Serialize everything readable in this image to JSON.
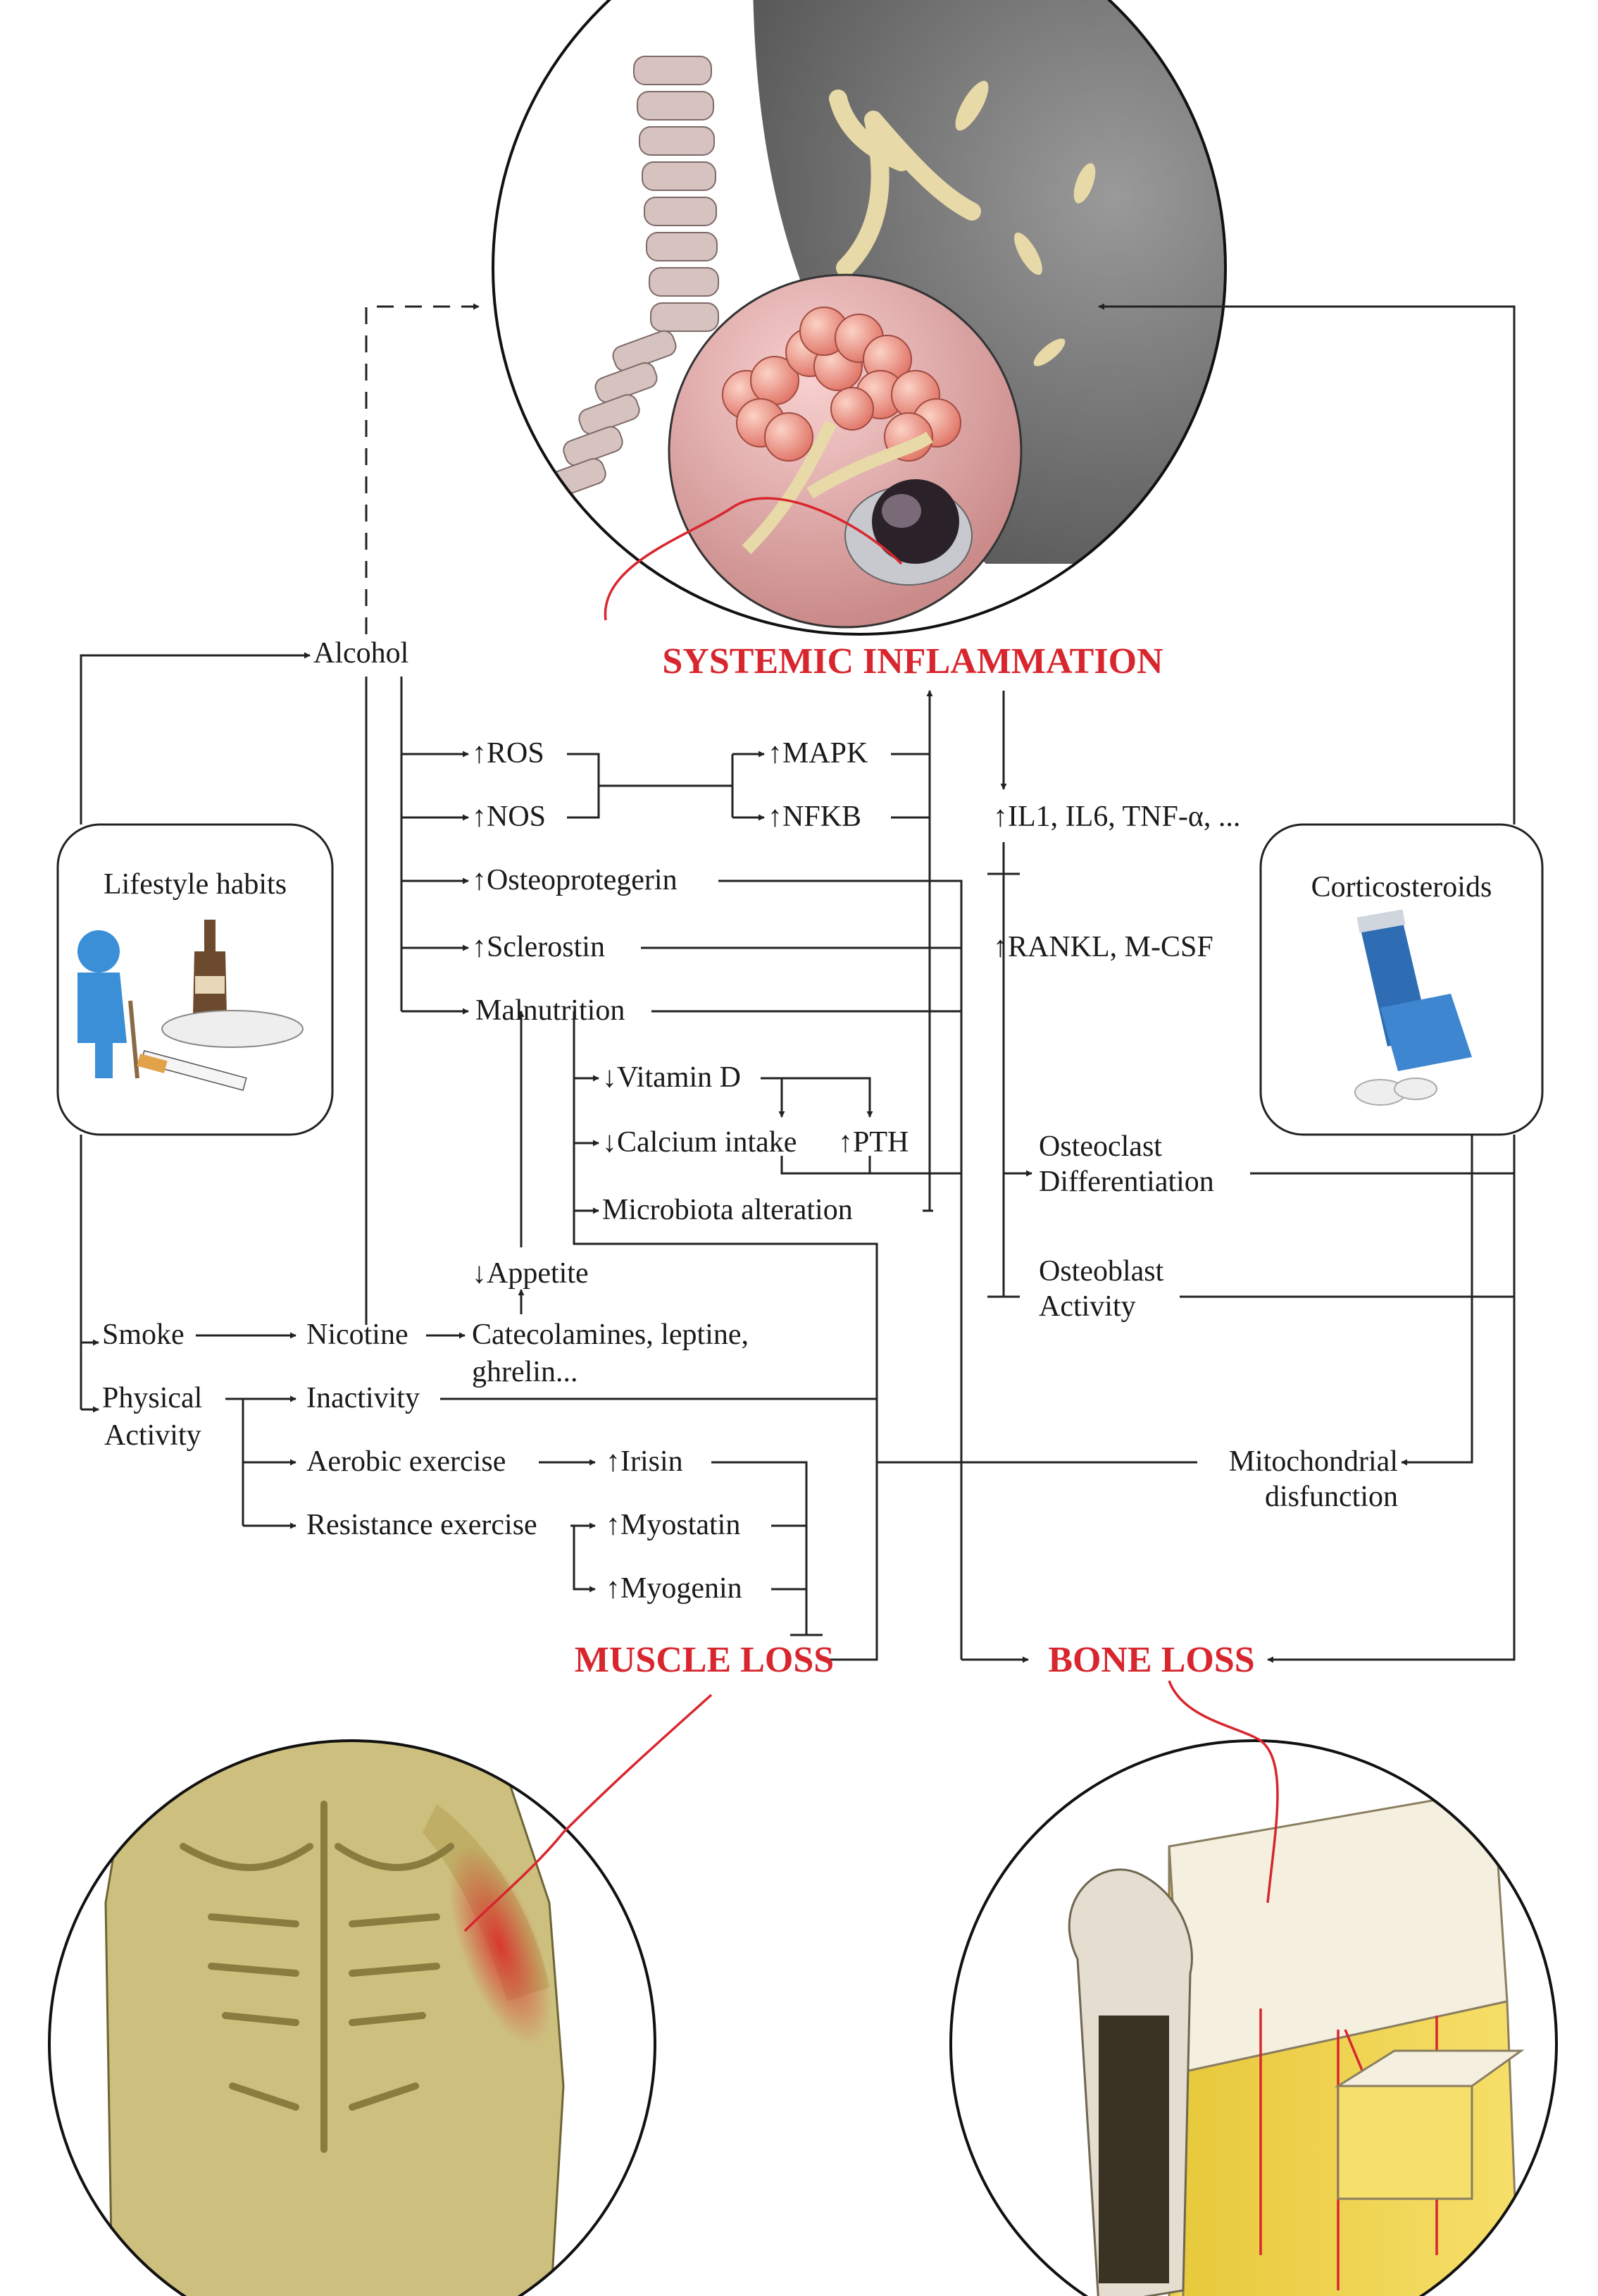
{
  "titles": {
    "systemic": "SYSTEMIC INFLAMMATION",
    "muscle": "MUSCLE LOSS",
    "bone": "BONE LOSS"
  },
  "boxes": {
    "lifestyle": "Lifestyle habits",
    "corticosteroids": "Corticosteroids"
  },
  "nodes": {
    "alcohol": "Alcohol",
    "ros": "↑ROS",
    "nos": "↑NOS",
    "mapk": "↑MAPK",
    "nfkb": "↑NFKB",
    "opg": "↑Osteoprotegerin",
    "sclerostin": "↑Sclerostin",
    "malnutrition": "Malnutrition",
    "vitd": "↓Vitamin D",
    "calcium": "↓Calcium intake",
    "pth": "↑PTH",
    "microbiota": "Microbiota alteration",
    "appetite": "↓Appetite",
    "smoke": "Smoke",
    "nicotine": "Nicotine",
    "catechol_1": "Catecolamines, leptine,",
    "catechol_2": "ghrelin...",
    "pa_1": "Physical",
    "pa_2": "Activity",
    "inactivity": "Inactivity",
    "aerobic": "Aerobic exercise",
    "resistance": "Resistance exercise",
    "irisin": "↑Irisin",
    "myostatin": "↑Myostatin",
    "myogenin": "↑Myogenin",
    "il": "↑IL1, IL6, TNF-α, ...",
    "rankl": "↑RANKL, M-CSF",
    "oc_1": "Osteoclast",
    "oc_2": "Differentiation",
    "ob_1": "Osteoblast",
    "ob_2": "Activity",
    "mito_1": "Mitochondrial",
    "mito_2": "disfunction"
  }
}
